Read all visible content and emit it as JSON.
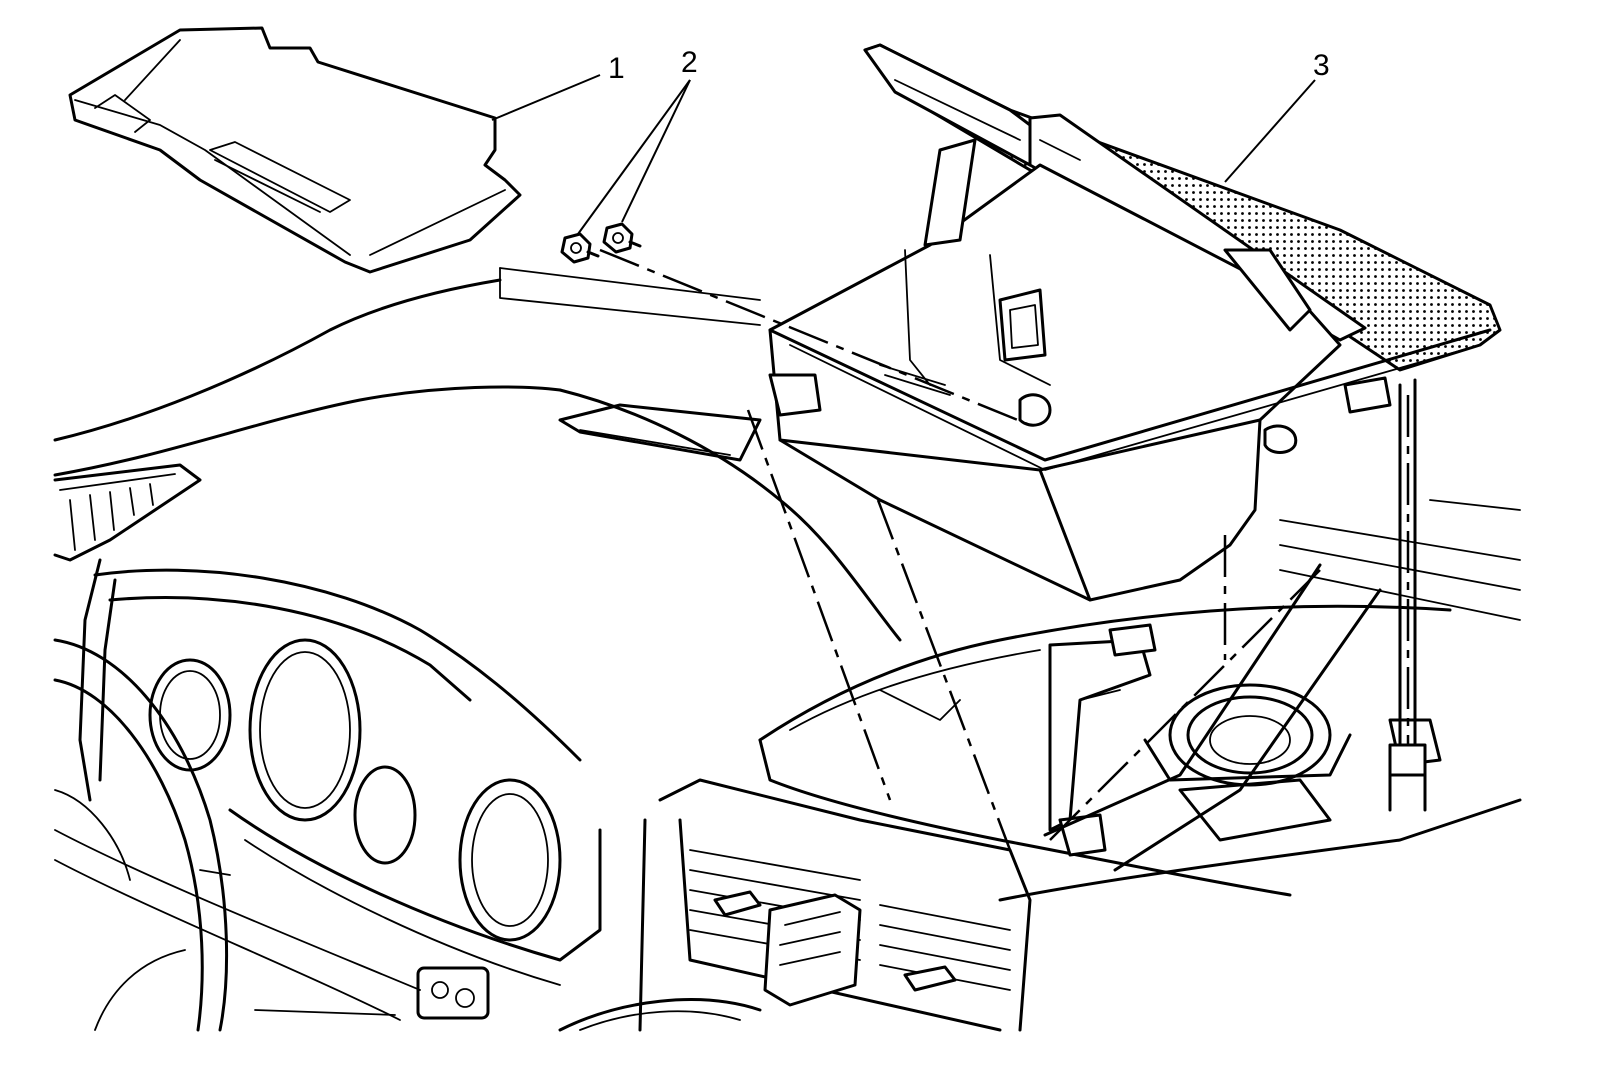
{
  "callouts": [
    {
      "id": "1"
    },
    {
      "id": "2"
    },
    {
      "id": "3"
    }
  ]
}
